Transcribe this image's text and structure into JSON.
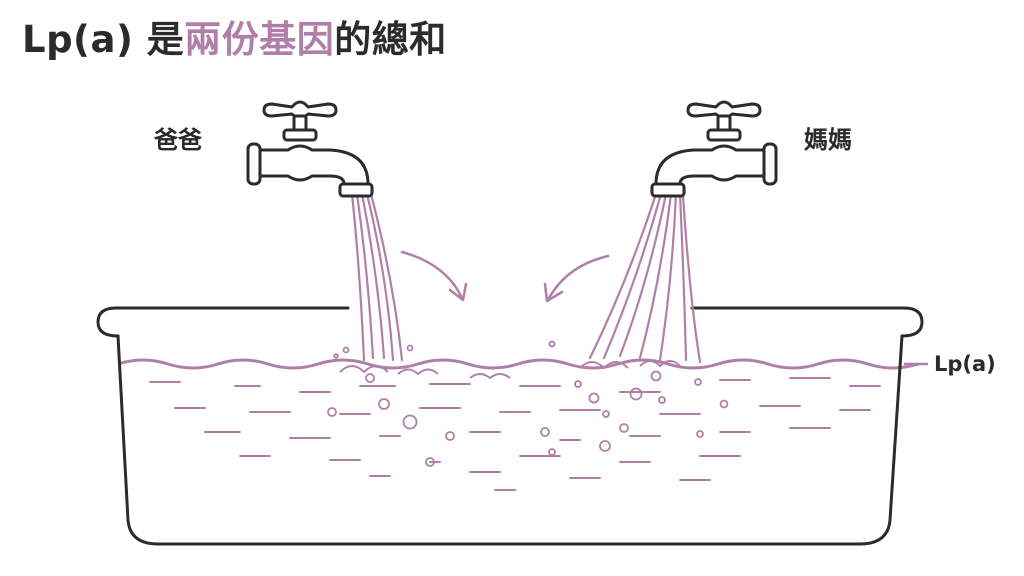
{
  "title": {
    "prefix": "Lp(a) 是",
    "highlight": "兩份基因",
    "suffix": "的總和"
  },
  "labels": {
    "dad": "爸爸",
    "mom": "媽媽",
    "water": "Lp(a)"
  },
  "icons": {
    "left_faucet": "faucet-icon",
    "right_faucet": "faucet-icon",
    "tub": "tub-icon"
  },
  "colors": {
    "outline": "#2b2b2b",
    "accent": "#b07fa9",
    "text": "#2b2b2b"
  }
}
